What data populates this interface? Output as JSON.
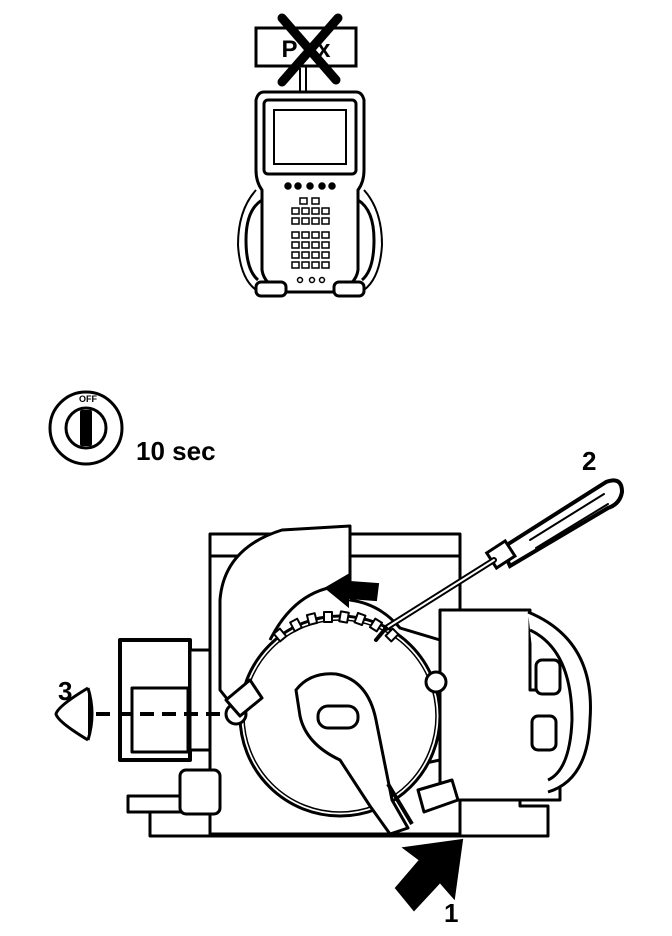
{
  "scan_tool": {
    "display_code": "P  xx",
    "crossed_out": true
  },
  "ignition": {
    "switch_text": "OFF",
    "duration_label": "10 sec"
  },
  "callouts": {
    "one": "1",
    "two": "2",
    "three": "3"
  },
  "colors": {
    "ink": "#000000",
    "paper": "#ffffff"
  }
}
